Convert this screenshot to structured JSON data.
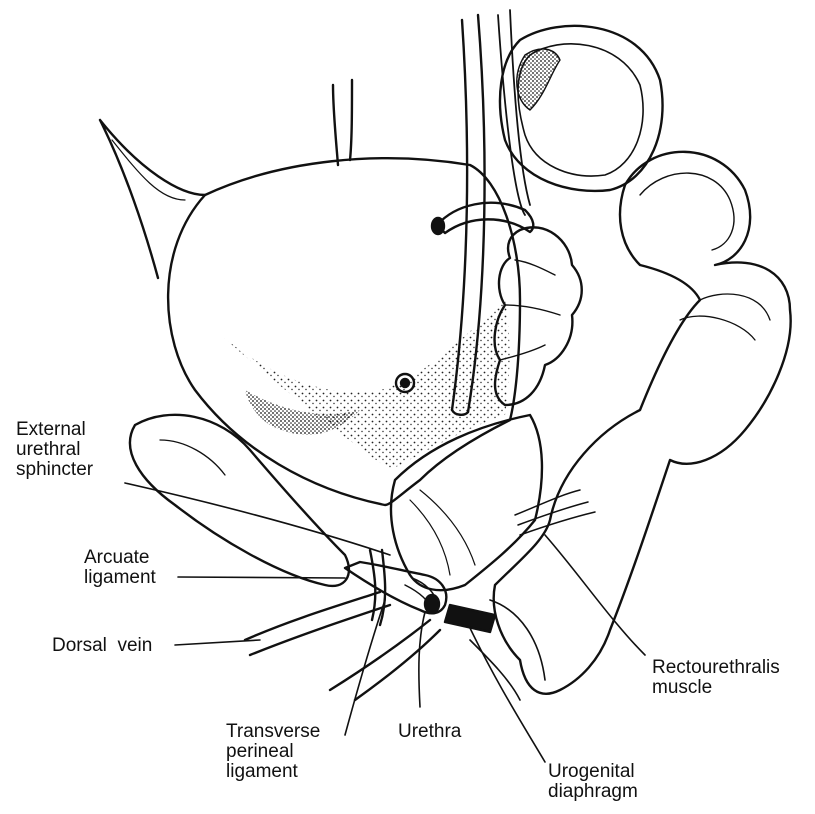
{
  "labels": {
    "external_urethral_sphincter": "External\nurethral\nsphincter",
    "arcuate_ligament": "Arcuate\nligament",
    "dorsal_vein": "Dorsal  vein",
    "transverse_perineal_ligament": "Transverse\nperineal\nligament",
    "urethra": "Urethra",
    "urogenital_diaphragm": "Urogenital\ndiaphragm",
    "rectourethralis_muscle": "Rectourethralis\nmuscle"
  },
  "colors": {
    "ink": "#111111",
    "paper": "#ffffff"
  }
}
